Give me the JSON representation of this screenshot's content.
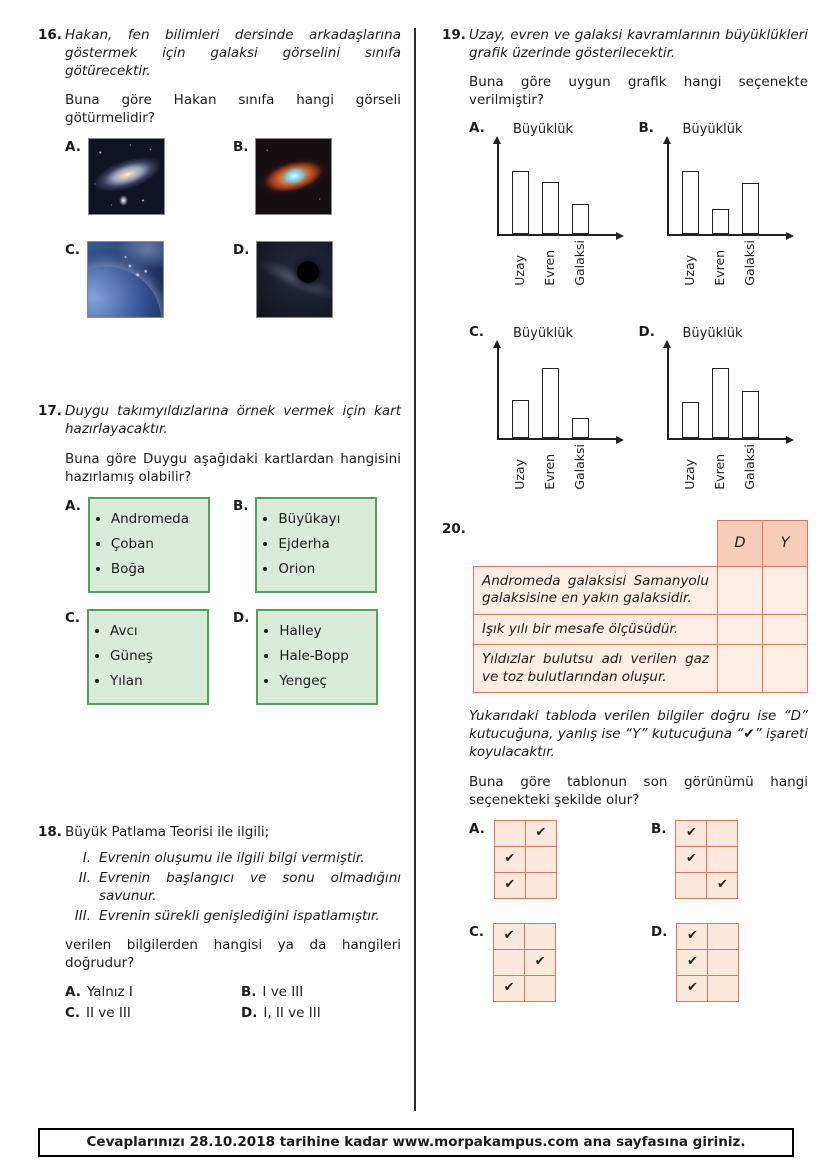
{
  "questions": {
    "q16": {
      "number": "16.",
      "intro": "Hakan, fen bilimleri dersinde arkadaşlarına göstermek için galaksi görselini sınıfa götürecektir.",
      "prompt": "Buna göre Hakan sınıfa hangi görseli götürmelidir?",
      "options": [
        {
          "label": "A.",
          "image": "spiral-galaxy-photo"
        },
        {
          "label": "B.",
          "image": "butterfly-nebula-photo"
        },
        {
          "label": "C.",
          "image": "constellation-over-planet-photo"
        },
        {
          "label": "D.",
          "image": "black-hole-photo"
        }
      ]
    },
    "q17": {
      "number": "17.",
      "intro": "Duygu takımyıldızlarına örnek vermek için kart hazırlayacaktır.",
      "prompt": "Buna göre Duygu aşağıdaki kartlardan hangisini hazırlamış olabilir?",
      "options": [
        {
          "label": "A.",
          "items": [
            "Andromeda",
            "Çoban",
            "Boğa"
          ]
        },
        {
          "label": "B.",
          "items": [
            "Büyükayı",
            "Ejderha",
            "Orion"
          ]
        },
        {
          "label": "C.",
          "items": [
            "Avcı",
            "Güneş",
            "Yılan"
          ]
        },
        {
          "label": "D.",
          "items": [
            "Halley",
            "Hale-Bopp",
            "Yengeç"
          ]
        }
      ]
    },
    "q18": {
      "number": "18.",
      "intro": "Büyük Patlama Teorisi ile ilgili;",
      "items": [
        {
          "numeral": "I.",
          "text": "Evrenin oluşumu ile ilgili bilgi vermiştir."
        },
        {
          "numeral": "II.",
          "text": "Evrenin başlangıcı ve sonu olmadığını savunur."
        },
        {
          "numeral": "III.",
          "text": "Evrenin sürekli genişlediğini ispatlamıştır."
        }
      ],
      "prompt": "verilen bilgilerden hangisi ya da hangileri doğrudur?",
      "options": [
        {
          "label": "A.",
          "text": "Yalnız I"
        },
        {
          "label": "B.",
          "text": "I ve III"
        },
        {
          "label": "C.",
          "text": "II ve III"
        },
        {
          "label": "D.",
          "text": "I, II ve III"
        }
      ]
    },
    "q19": {
      "number": "19.",
      "intro": "Uzay, evren ve galaksi kavramlarının büyüklükleri grafik üzerinde gösterilecektir.",
      "prompt": "Buna göre uygun grafik hangi seçenekte verilmiştir?",
      "option_labels": [
        "A.",
        "B.",
        "C.",
        "D."
      ]
    },
    "q20": {
      "number": "20.",
      "table": {
        "col_headers": [
          "D",
          "Y"
        ],
        "rows": [
          "Andromeda galaksisi Samanyolu galaksisine en yakın galaksidir.",
          "Işık yılı bir mesafe ölçüsüdür.",
          "Yıldızlar bulutsu adı verilen gaz ve toz bulutlarından oluşur."
        ]
      },
      "note": "Yukarıdaki tabloda verilen bilgiler doğru ise “D” kutucuğuna, yanlış ise “Y” kutucuğuna “✔” işareti koyulacaktır.",
      "prompt": "Buna göre tablonun son görünümü hangi seçenekteki şekilde olur?",
      "options": [
        {
          "label": "A.",
          "checks": [
            [
              "",
              "✔"
            ],
            [
              "✔",
              ""
            ],
            [
              "✔",
              ""
            ]
          ]
        },
        {
          "label": "B.",
          "checks": [
            [
              "✔",
              ""
            ],
            [
              "✔",
              ""
            ],
            [
              "",
              "✔"
            ]
          ]
        },
        {
          "label": "C.",
          "checks": [
            [
              "✔",
              ""
            ],
            [
              "",
              "✔"
            ],
            [
              "✔",
              ""
            ]
          ]
        },
        {
          "label": "D.",
          "checks": [
            [
              "✔",
              ""
            ],
            [
              "✔",
              ""
            ],
            [
              "✔",
              ""
            ]
          ]
        }
      ]
    }
  },
  "chart_data": [
    {
      "type": "bar",
      "option": "A",
      "ylabel": "Büyüklük",
      "xlabel": "",
      "categories": [
        "Uzay",
        "Evren",
        "Galaksi"
      ],
      "values": [
        67,
        55,
        32
      ],
      "ylim": [
        0,
        100
      ],
      "grid": false,
      "legend": "none"
    },
    {
      "type": "bar",
      "option": "B",
      "ylabel": "Büyüklük",
      "xlabel": "",
      "categories": [
        "Uzay",
        "Evren",
        "Galaksi"
      ],
      "values": [
        67,
        26,
        54
      ],
      "ylim": [
        0,
        100
      ],
      "grid": false,
      "legend": "none"
    },
    {
      "type": "bar",
      "option": "C",
      "ylabel": "Büyüklük",
      "xlabel": "",
      "categories": [
        "Uzay",
        "Evren",
        "Galaksi"
      ],
      "values": [
        40,
        74,
        21
      ],
      "ylim": [
        0,
        100
      ],
      "grid": false,
      "legend": "none"
    },
    {
      "type": "bar",
      "option": "D",
      "ylabel": "Büyüklük",
      "xlabel": "",
      "categories": [
        "Uzay",
        "Evren",
        "Galaksi"
      ],
      "values": [
        38,
        74,
        50
      ],
      "ylim": [
        0,
        100
      ],
      "grid": false,
      "legend": "none"
    }
  ],
  "footer": {
    "text": "Cevaplarınızı 28.10.2018 tarihine kadar www.morpakampus.com ana sayfasına giriniz."
  },
  "colors": {
    "card_green_fill": "#d9ecd9",
    "card_green_border": "#55a05f",
    "table_orange_border": "#e8735a",
    "table_header_fill": "#f8cdb9",
    "table_body_fill": "#fdeee3",
    "check_cell_fill": "#fbe9de",
    "divider": "#2b2b2b",
    "text": "#1c1c1c"
  }
}
